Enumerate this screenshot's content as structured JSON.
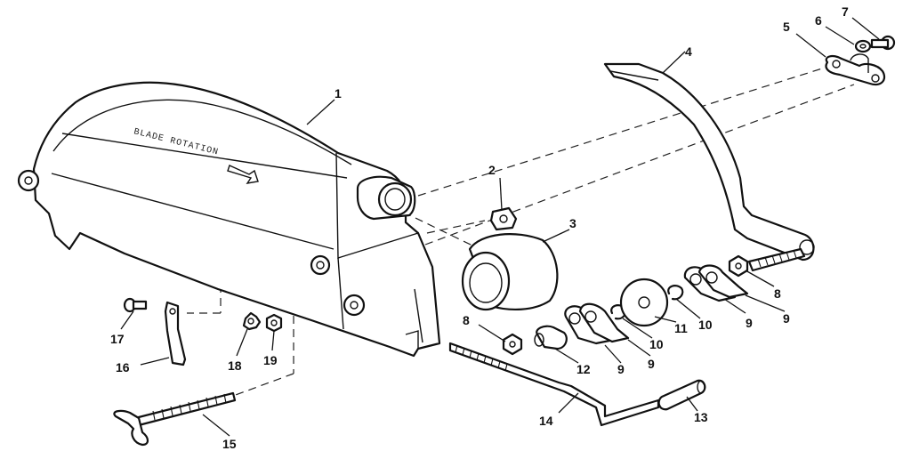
{
  "diagram": {
    "guard_text": "BLADE ROTATION",
    "callouts": [
      "1",
      "2",
      "3",
      "4",
      "5",
      "6",
      "7",
      "8",
      "8",
      "9",
      "9",
      "9",
      "9",
      "10",
      "10",
      "11",
      "12",
      "13",
      "14",
      "15",
      "16",
      "17",
      "18",
      "19"
    ]
  }
}
